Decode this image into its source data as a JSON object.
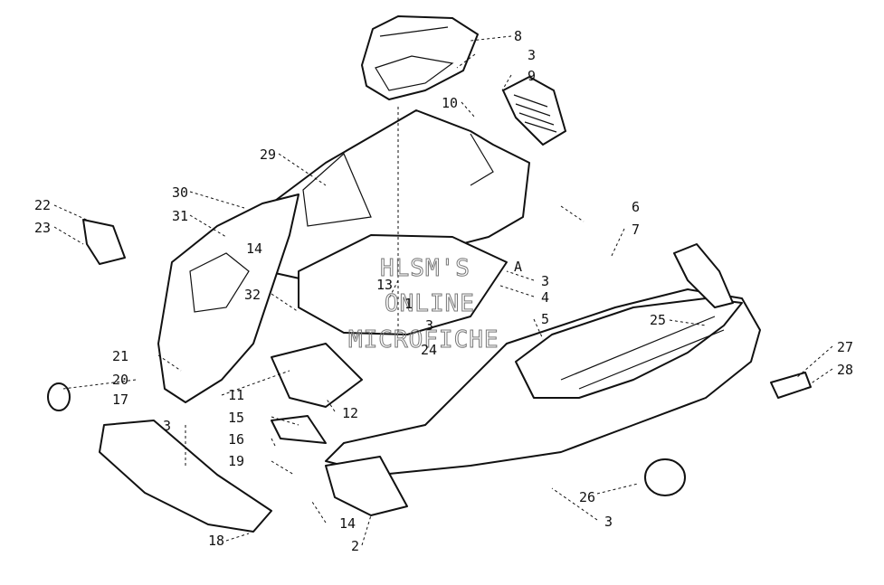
{
  "callouts": {
    "c8": "8",
    "c3a": "3",
    "c9": "9",
    "c10": "10",
    "c29": "29",
    "c30": "30",
    "c31": "31",
    "c22": "22",
    "c23": "23",
    "c14a": "14",
    "c6": "6",
    "c7": "7",
    "cA": "A",
    "c3b": "3",
    "c4": "4",
    "c5": "5",
    "c32": "32",
    "c13": "13",
    "c1": "1",
    "c3c": "3",
    "c24": "24",
    "c25": "25",
    "c21": "21",
    "c20": "20",
    "c17": "17",
    "c11": "11",
    "c12": "12",
    "c15": "15",
    "c16": "16",
    "c19": "19",
    "c3d": "3",
    "c27": "27",
    "c28": "28",
    "c26": "26",
    "c3e": "3",
    "c14b": "14",
    "c18": "18",
    "c2": "2"
  },
  "watermark": {
    "line1": "HLSM'S",
    "line2": "ONLINE",
    "line3": "MICROFICHE"
  }
}
